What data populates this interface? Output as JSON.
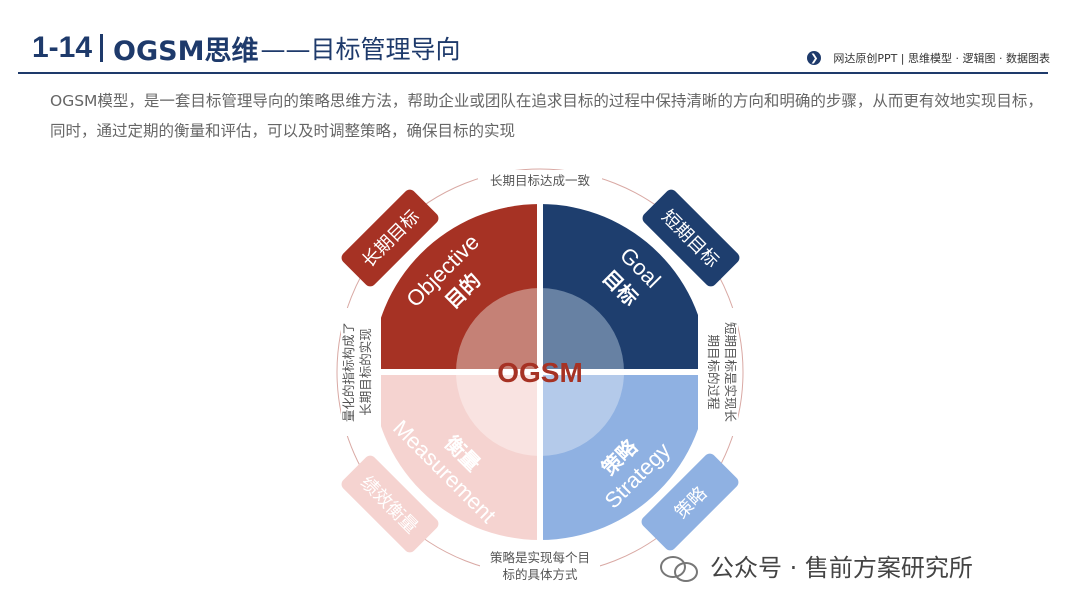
{
  "header": {
    "number": "1-14",
    "title_main": "OGSM思维",
    "title_sub": "——目标管理导向",
    "breadcrumb": "网达原创PPT | 思维模型 · 逻辑图 · 数据图表"
  },
  "intro": "OGSM模型，是一套目标管理导向的策略思维方法，帮助企业或团队在追求目标的过程中保持清晰的方向和明确的步骤，从而更有效地实现目标，同时，通过定期的衡量和评估，可以及时调整策略，确保目标的实现",
  "diagram": {
    "center": "OGSM",
    "quadrants": [
      {
        "en": "Objective",
        "zh": "目的",
        "tag": "长期目标",
        "color": "#a63224",
        "tag_color": "#a63224"
      },
      {
        "en": "Goal",
        "zh": "目标",
        "tag": "短期目标",
        "color": "#1e3e6e",
        "tag_color": "#1e3e6e"
      },
      {
        "en": "Strategy",
        "zh": "策略",
        "tag": "策略",
        "color": "#8fb1e2",
        "tag_color": "#8fb1e2"
      },
      {
        "en": "Measurement",
        "zh": "衡量",
        "tag": "绩效衡量",
        "color": "#f5d3d0",
        "tag_color": "#f5d3d0"
      }
    ],
    "annotations": {
      "top": "长期目标达成一致",
      "right_line1": "短期目标是实现长",
      "right_line2": "期目标的过程",
      "bottom_line1": "策略是实现每个目",
      "bottom_line2": "标的具体方式",
      "left_line1": "量化的指标构成了",
      "left_line2": "长期目标的实现"
    }
  },
  "watermark": "公众号 · 售前方案研究所"
}
